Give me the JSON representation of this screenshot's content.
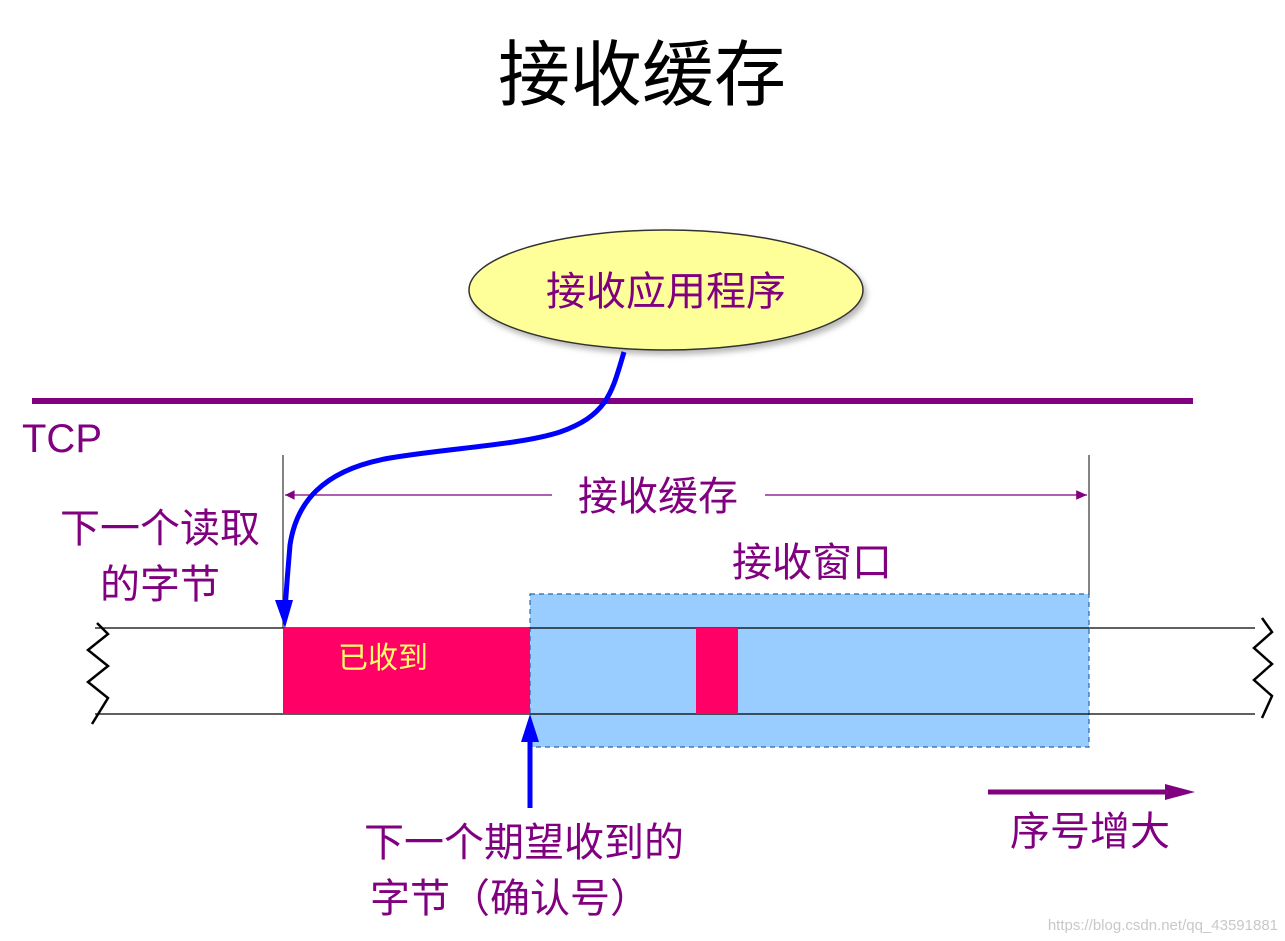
{
  "title": "接收缓存",
  "app_label": "接收应用程序",
  "tcp_label": "TCP",
  "next_read_label": [
    "下一个读取",
    "的字节"
  ],
  "buffer_label": "接收缓存",
  "window_label": "接收窗口",
  "received_label": "已收到",
  "next_expected_label": [
    "下一个期望收到的",
    "字节（确认号）"
  ],
  "seq_increase_label": "序号增大",
  "watermark": "https://blog.csdn.net/qq_43591881",
  "colors": {
    "purple": "#800080",
    "received_fill": "#ff0066",
    "window_fill": "#99ccff",
    "ellipse_fill": "#ffff99",
    "pointer_blue": "#0000ff"
  }
}
